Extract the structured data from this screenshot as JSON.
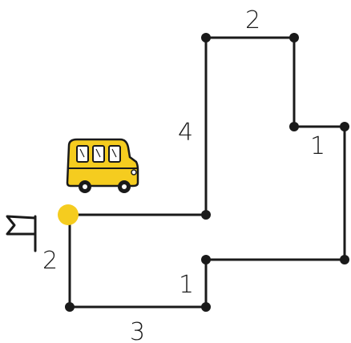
{
  "diagram": {
    "segments": [
      {
        "id": "seg-top",
        "label": "2"
      },
      {
        "id": "seg-left-upper",
        "label": "4"
      },
      {
        "id": "seg-right-step",
        "label": "1"
      },
      {
        "id": "seg-left-lower",
        "label": "2"
      },
      {
        "id": "seg-bottom",
        "label": "3"
      },
      {
        "id": "seg-lower-step",
        "label": "1"
      }
    ],
    "colors": {
      "path": "#1a1a1a",
      "start_dot": "#f5cc1f",
      "bus_body": "#f5cc1f"
    },
    "icons": [
      "school-bus-icon",
      "flag-icon"
    ]
  }
}
